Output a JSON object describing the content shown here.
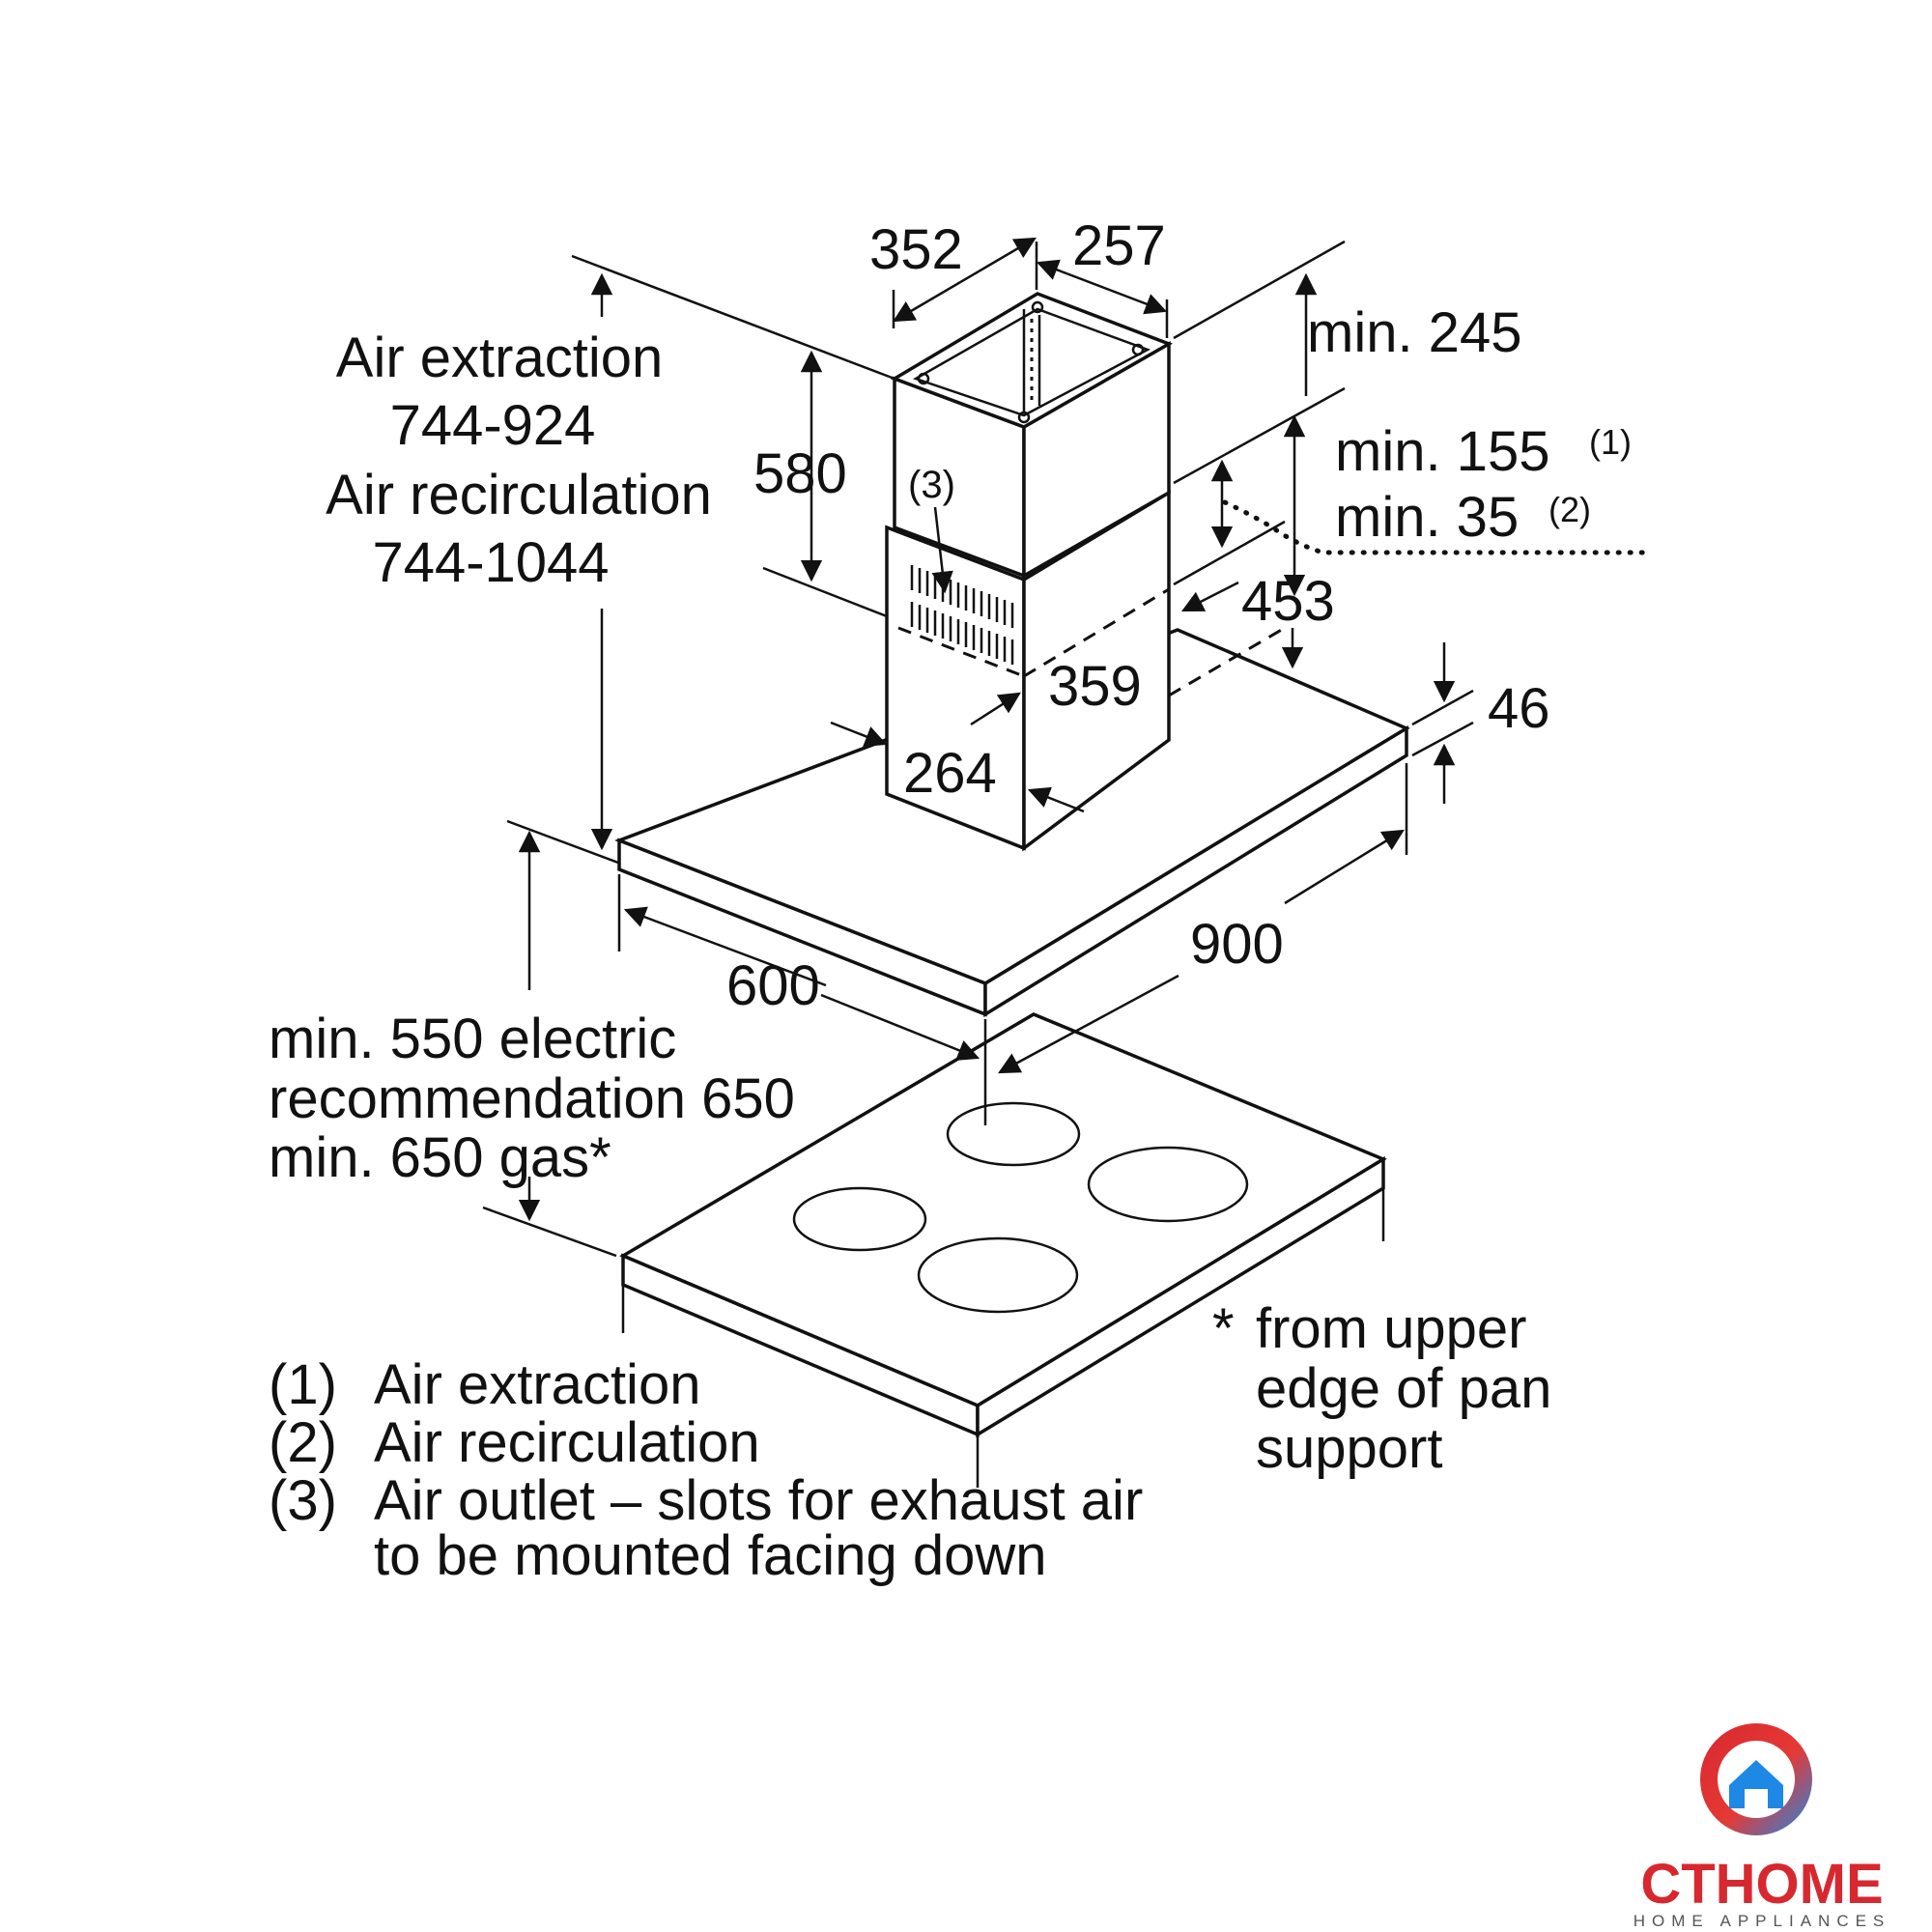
{
  "dimensions": {
    "duct_width": "352",
    "duct_depth": "257",
    "min_245": "min. 245",
    "min_155": "min. 155",
    "min_155_note": "(1)",
    "min_35": "min. 35",
    "min_35_note": "(2)",
    "duct_580": "580",
    "outlet_marker": "(3)",
    "dim_453": "453",
    "dim_359": "359",
    "dim_264": "264",
    "hood_thickness": "46",
    "hood_width": "900",
    "hood_depth": "600"
  },
  "height_ranges": {
    "extraction_label": "Air extraction",
    "extraction_range": "744-924",
    "recirculation_label": "Air recirculation",
    "recirculation_range": "744-1044"
  },
  "mounting_height": {
    "line1": "min. 550 electric",
    "line2": "recommendation 650",
    "line3": "min. 650 gas*"
  },
  "footnote": {
    "marker": "*",
    "line1": "from upper",
    "line2": "edge of pan",
    "line3": "support"
  },
  "legend": [
    {
      "num": "(1)",
      "text": "Air extraction"
    },
    {
      "num": "(2)",
      "text": "Air recirculation"
    },
    {
      "num": "(3)",
      "text": "Air outlet – slots for exhaust air"
    },
    {
      "num": "",
      "text": "to be mounted facing down"
    }
  ],
  "logo": {
    "brand": "CTHOME",
    "tagline": "HOME APPLIANCES",
    "colors": {
      "primary": "#d7282f",
      "secondary": "#1e88e5",
      "tagline": "#555555"
    }
  },
  "colors": {
    "line": "#111111",
    "background": "#ffffff"
  }
}
